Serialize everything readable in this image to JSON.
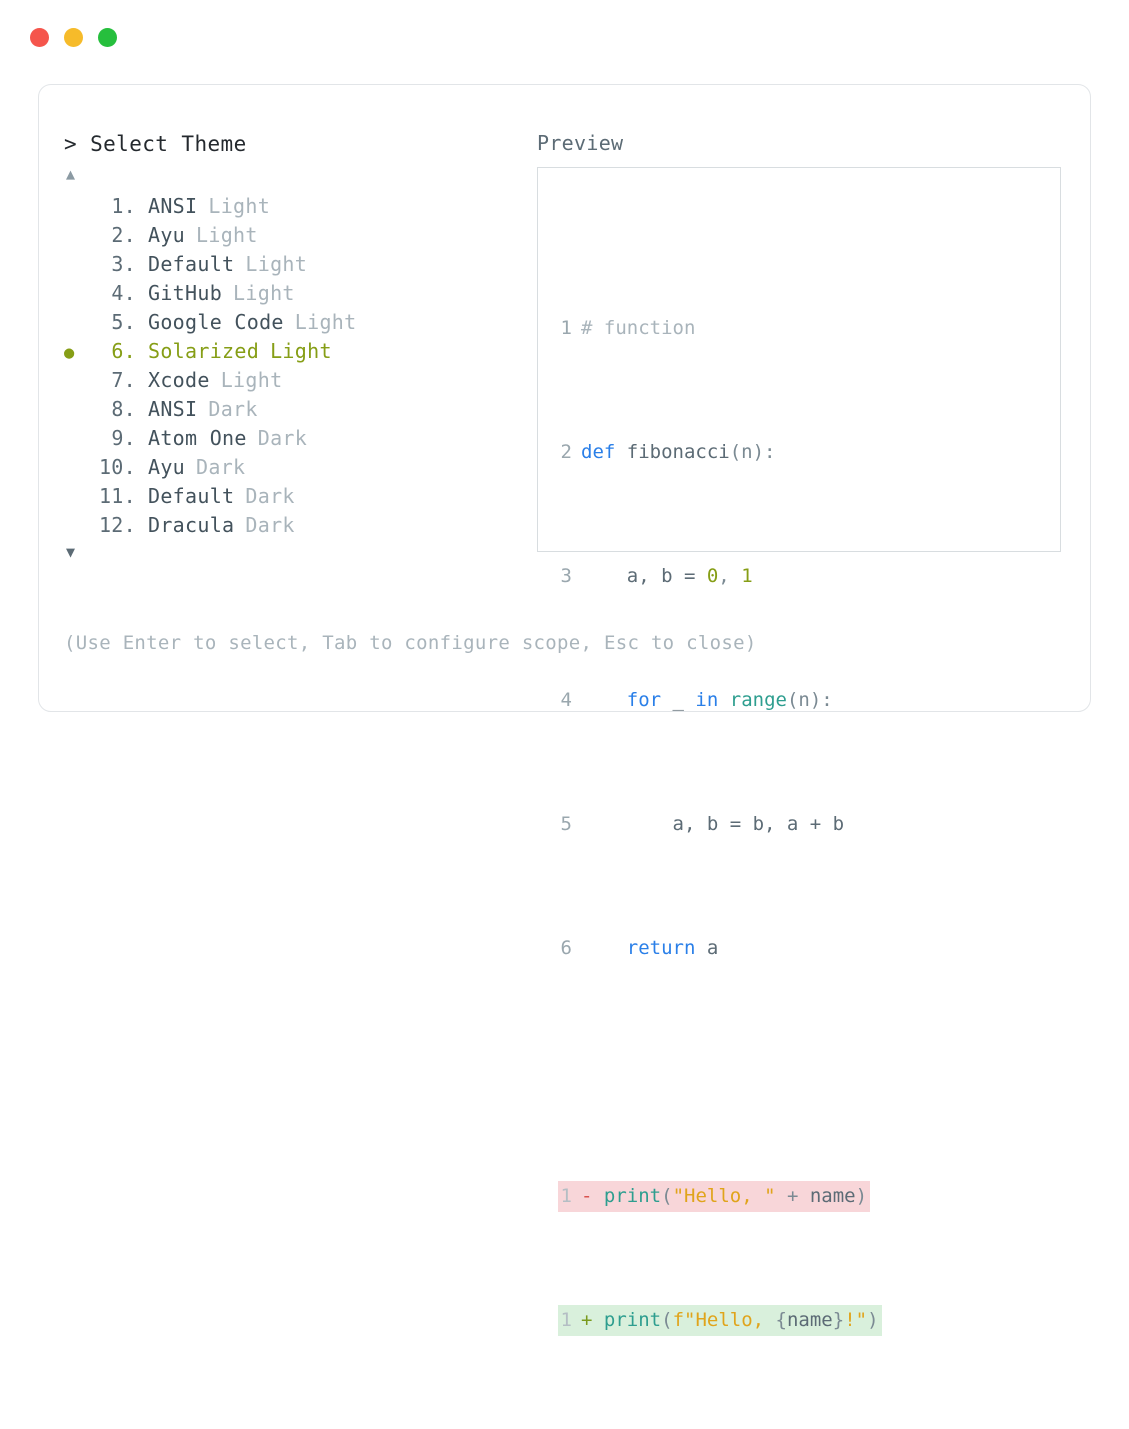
{
  "window": {
    "traffic_lights": [
      {
        "name": "close",
        "color": "#f5554c"
      },
      {
        "name": "minimize",
        "color": "#f6bb2a"
      },
      {
        "name": "maximize",
        "color": "#26bf3d"
      }
    ]
  },
  "picker": {
    "prompt_caret": ">",
    "prompt_title": "Select Theme",
    "scroll_up_icon": "▲",
    "scroll_down_icon": "▼",
    "selected_index": 6,
    "selected_bullet": "●",
    "themes": [
      {
        "num": "1.",
        "name": "ANSI",
        "variant": "Light",
        "selected": false
      },
      {
        "num": "2.",
        "name": "Ayu",
        "variant": "Light",
        "selected": false
      },
      {
        "num": "3.",
        "name": "Default",
        "variant": "Light",
        "selected": false
      },
      {
        "num": "4.",
        "name": "GitHub",
        "variant": "Light",
        "selected": false
      },
      {
        "num": "5.",
        "name": "Google Code",
        "variant": "Light",
        "selected": false
      },
      {
        "num": "6.",
        "name": "Solarized",
        "variant": "Light",
        "selected": true
      },
      {
        "num": "7.",
        "name": "Xcode",
        "variant": "Light",
        "selected": false
      },
      {
        "num": "8.",
        "name": "ANSI",
        "variant": "Dark",
        "selected": false
      },
      {
        "num": "9.",
        "name": "Atom One",
        "variant": "Dark",
        "selected": false
      },
      {
        "num": "10.",
        "name": "Ayu",
        "variant": "Dark",
        "selected": false
      },
      {
        "num": "11.",
        "name": "Default",
        "variant": "Dark",
        "selected": false
      },
      {
        "num": "12.",
        "name": "Dracula",
        "variant": "Dark",
        "selected": false
      }
    ],
    "footer_hint": "(Use Enter to select, Tab to configure scope, Esc to close)"
  },
  "preview": {
    "label": "Preview",
    "code": {
      "line1_num": "1",
      "line1_comment": "# function",
      "line2_num": "2",
      "line2_kw": "def",
      "line2_fn": " fibonacci",
      "line2_rest": "(n):",
      "line3_num": "3",
      "line3_pre": "    a, b = ",
      "line3_n0": "0",
      "line3_mid": ", ",
      "line3_n1": "1",
      "line4_num": "4",
      "line4_indent": "    ",
      "line4_kw1": "for",
      "line4_var": " _ ",
      "line4_kw2": "in",
      "line4_fn": " range",
      "line4_rest": "(n):",
      "line5_num": "5",
      "line5_text": "        a, b = b, a + b",
      "line6_num": "6",
      "line6_indent": "    ",
      "line6_kw": "return",
      "line6_rest": " a"
    },
    "diff": {
      "del_num": "1",
      "del_mark": "-",
      "del_fn": "print",
      "del_p1": "(",
      "del_str": "\"Hello, \"",
      "del_op": " + ",
      "del_name": "name",
      "del_p2": ")",
      "add_num": "1",
      "add_mark": "+",
      "add_fn": "print",
      "add_p1": "(",
      "add_str1": "f\"Hello, ",
      "add_brace1": "{",
      "add_var": "name",
      "add_brace2": "}",
      "add_bang": "!",
      "add_str2": "\"",
      "add_p2": ")"
    }
  }
}
